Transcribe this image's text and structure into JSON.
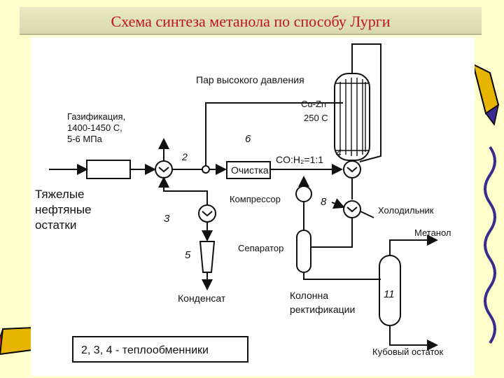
{
  "slide": {
    "title": "Схема синтеза метанола по способу Лурги"
  },
  "diagram": {
    "labels": {
      "steam": "Пар высокого давления",
      "gasification_1": "Газификация,",
      "gasification_2": "1400-1450 С,",
      "gasification_3": "5-6 МПа",
      "catalyst_1": "Cu-Zn",
      "catalyst_2": "250 С",
      "purification": "Очистка",
      "ratio": "CO:H₂=1:1",
      "compressor": "Компрессор",
      "cooler": "Холодильник",
      "separator": "Сепаратор",
      "feed_1": "Тяжелые",
      "feed_2": "нефтяные",
      "feed_3": "остатки",
      "condensate": "Конденсат",
      "column_1": "Колонна",
      "column_2": "ректификации",
      "methanol": "Метанол",
      "bottoms": "Кубовый остаток",
      "legend": "2, 3, 4 - теплообменники"
    },
    "numbers": {
      "n2": "2",
      "n3": "3",
      "n4": "4",
      "n5": "5",
      "n6": "6",
      "n8": "8",
      "n11": "11"
    }
  },
  "colors": {
    "background": "#ffffcc",
    "title_text": "#c0141c",
    "line": "#111111"
  }
}
